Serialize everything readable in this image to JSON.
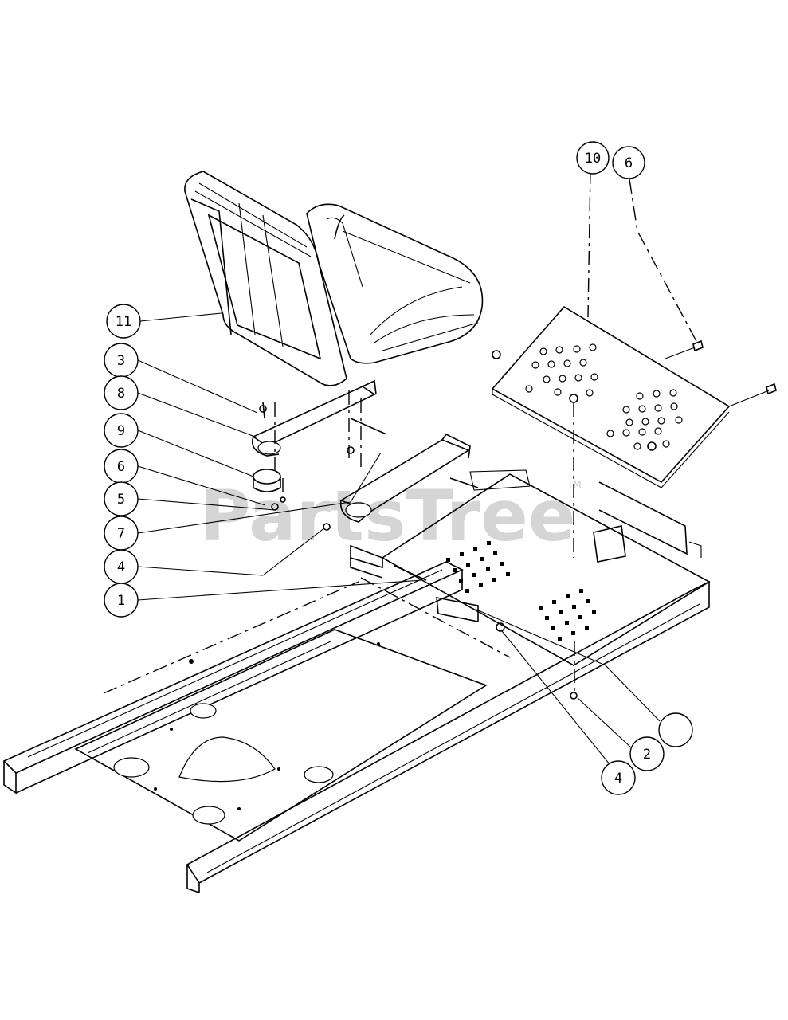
{
  "watermark": {
    "text": "PartsTree",
    "mark": "TM"
  },
  "callouts": [
    {
      "id": "callout-10",
      "label": "10"
    },
    {
      "id": "callout-6-top",
      "label": "6"
    },
    {
      "id": "callout-11",
      "label": "11"
    },
    {
      "id": "callout-3",
      "label": "3"
    },
    {
      "id": "callout-8",
      "label": "8"
    },
    {
      "id": "callout-9",
      "label": "9"
    },
    {
      "id": "callout-6a",
      "label": "6"
    },
    {
      "id": "callout-5",
      "label": "5"
    },
    {
      "id": "callout-7",
      "label": "7"
    },
    {
      "id": "callout-4-left",
      "label": "4"
    },
    {
      "id": "callout-1",
      "label": "1"
    },
    {
      "id": "callout-blank",
      "label": ""
    },
    {
      "id": "callout-2",
      "label": "2"
    },
    {
      "id": "callout-4-bottom",
      "label": "4"
    }
  ]
}
